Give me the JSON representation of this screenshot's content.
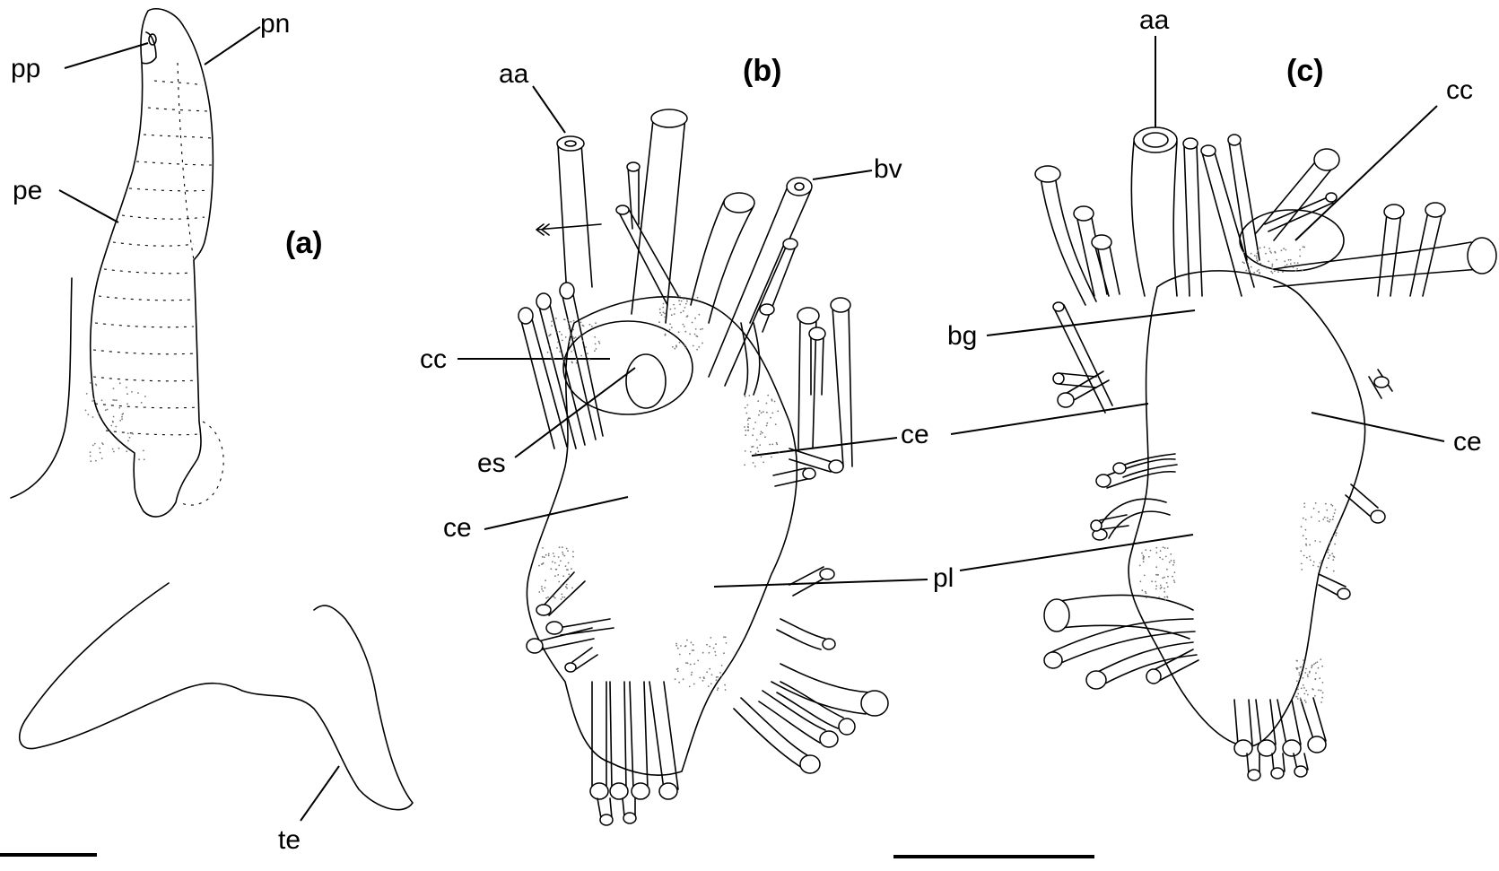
{
  "panels": {
    "a": "(a)",
    "b": "(b)",
    "c": "(c)"
  },
  "labels_a": {
    "pp": "pp",
    "pn": "pn",
    "pe": "pe",
    "te": "te"
  },
  "labels_b": {
    "aa": "aa",
    "bv": "bv",
    "cc": "cc",
    "es": "es",
    "ce_upper": "ce",
    "ce_lower": "ce",
    "pl": "pl"
  },
  "labels_c": {
    "aa": "aa",
    "cc": "cc",
    "bg": "bg",
    "ce_left": "ce",
    "ce_right": "ce"
  },
  "colors": {
    "ink": "#000000",
    "background": "#ffffff",
    "stipple": "#777777"
  }
}
